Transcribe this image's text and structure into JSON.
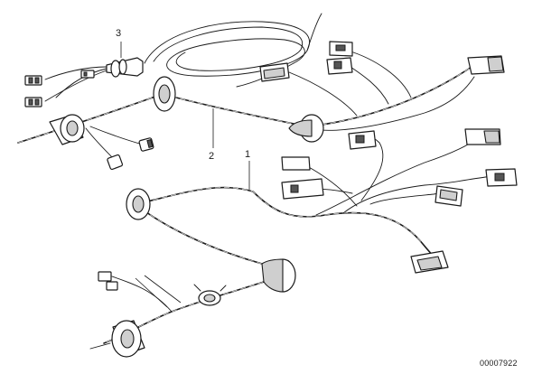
{
  "callouts": {
    "item_1": "1",
    "item_2": "2",
    "item_3": "3"
  },
  "diagram_ref": "00007922",
  "colors": {
    "line": "#1a1a1a",
    "background": "#ffffff",
    "shade": "#cfcfcf"
  }
}
